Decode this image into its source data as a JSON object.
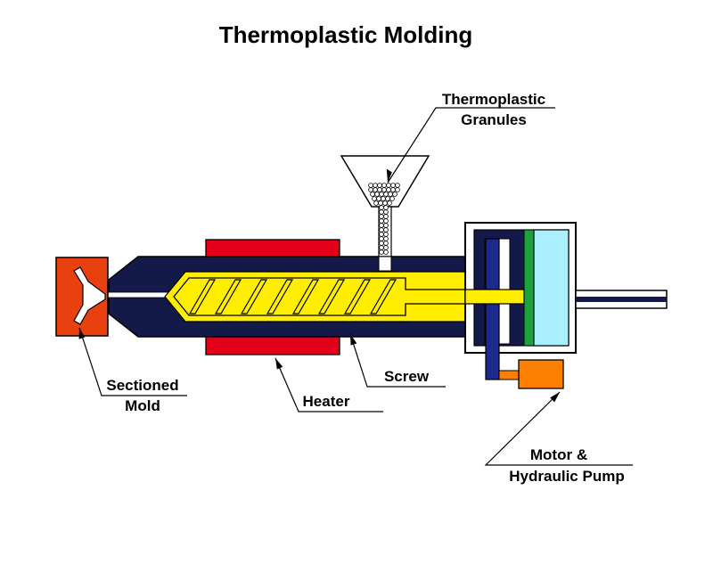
{
  "title": "Thermoplastic Molding",
  "labels": {
    "granules_line1": "Thermoplastic",
    "granules_line2": "Granules",
    "mold_line1": "Sectioned",
    "mold_line2": "Mold",
    "heater": "Heater",
    "screw": "Screw",
    "motor_line1": "Motor &",
    "motor_line2": "Hydraulic Pump"
  },
  "colors": {
    "barrel": "#131a4a",
    "screw_chamber": "#ffee00",
    "heater": "#e4001b",
    "mold": "#e8410f",
    "motor": "#ff7f00",
    "drive_bar": "#1c2a8e",
    "green_plate": "#1aa33a",
    "cylinder": "#aaefff"
  }
}
